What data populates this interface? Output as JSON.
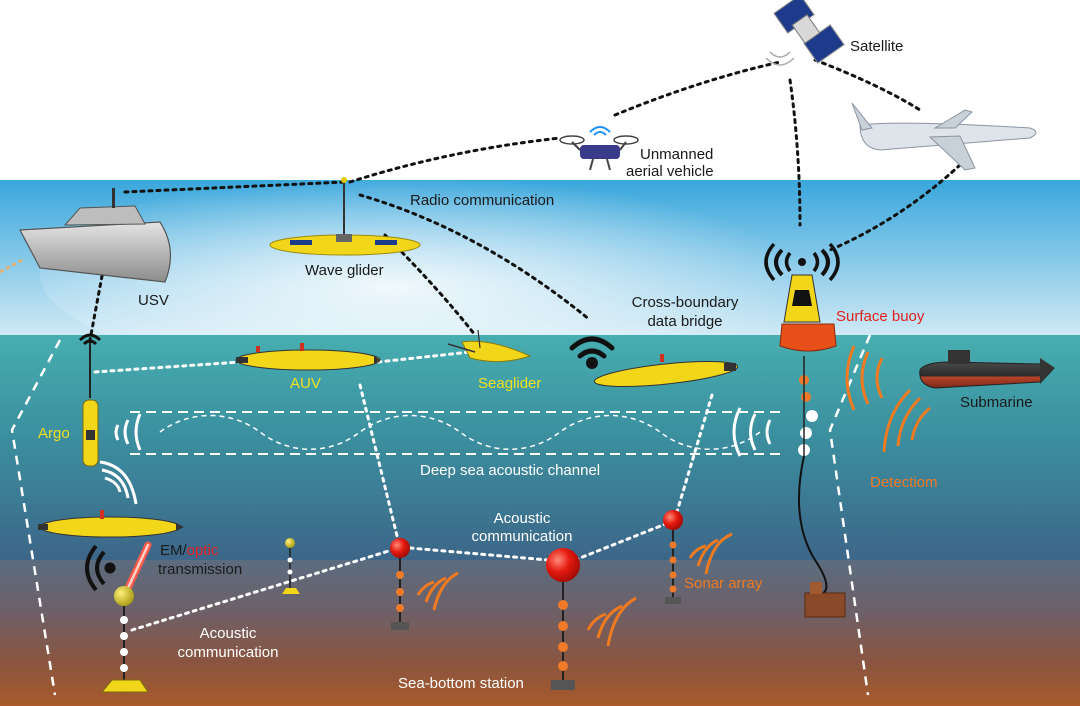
{
  "labels": {
    "satellite": "Satellite",
    "uav_line1": "Unmanned",
    "uav_line2": "aerial vehicle",
    "radio": "Radio communication",
    "usv": "USV",
    "wave_glider": "Wave glider",
    "bridge_line1": "Cross-boundary",
    "bridge_line2": "data bridge",
    "surface_buoy": "Surface buoy",
    "auv": "AUV",
    "seaglider": "Seaglider",
    "submarine": "Submarine",
    "argo": "Argo",
    "channel": "Deep sea acoustic channel",
    "detection": "Detectiom",
    "acoustic_mid_line1": "Acoustic",
    "acoustic_mid_line2": "communication",
    "em_prefix": "EM/",
    "em_optic": "optic",
    "em_line2": "transmission",
    "sonar_array": "Sonar array",
    "acoustic_low_line1": "Acoustic",
    "acoustic_low_line2": "communication",
    "sea_bottom": "Sea-bottom station"
  },
  "colors": {
    "sky": "#ffffff",
    "surface_top": "#3aa7dc",
    "surface_bottom": "#c8e6f4",
    "water_top": "#4aa9ab",
    "water_bottom": "#3d6a8a",
    "seabed_top": "#5a6c80",
    "seabed_bottom": "#b05a2a",
    "label_yellow": "#f0e020",
    "label_red": "#e02020",
    "label_orange": "#f07a20",
    "vehicle_yellow": "#f2d619",
    "buoy_orange": "#e8501a"
  }
}
